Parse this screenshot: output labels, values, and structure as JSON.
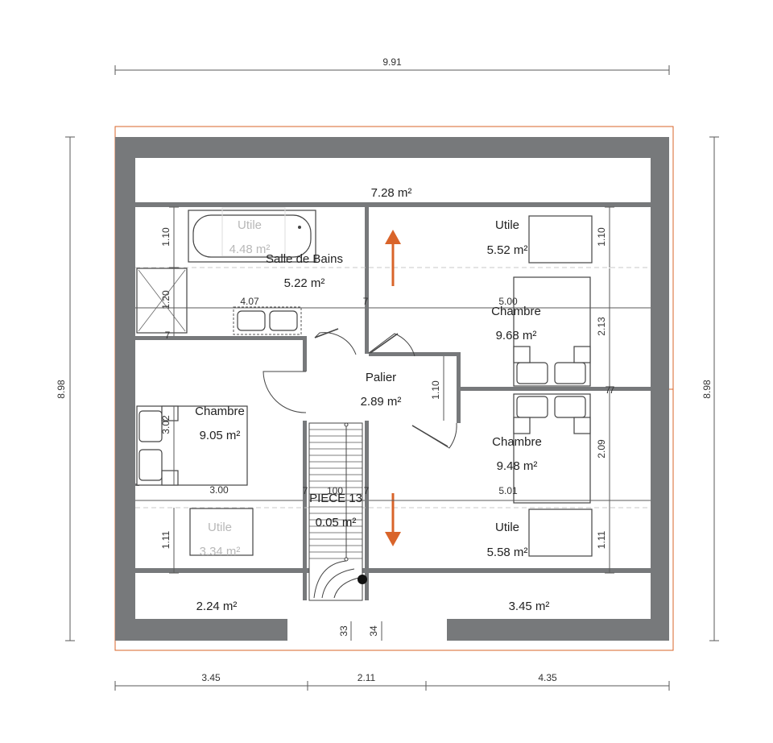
{
  "dimensions": {
    "overall_width": "9.91",
    "overall_depth_left": "8.98",
    "overall_depth_right": "8.98",
    "bottom_left": "3.45",
    "bottom_middle": "2.11",
    "bottom_right": "4.35",
    "attic_top_left": "1.10",
    "shower_height": "1.20",
    "bathroom_width": "4.07",
    "bedroom_left_depth": "3.02",
    "bedroom_left_width": "3.00",
    "attic_bottom_left": "1.11",
    "landing_depth": "1.10",
    "attic_top_right": "1.10",
    "bedroom_top_right_depth": "2.13",
    "bedroom_top_right_width": "5.00",
    "bedroom_bottom_right_depth": "2.09",
    "bedroom_bottom_right_width": "5.01",
    "attic_bottom_right": "1.11",
    "stair_width": "100",
    "wall_marker_a": "7",
    "wall_marker_b": "7",
    "wall_marker_c": "7",
    "wall_marker_d": "7",
    "wall_marker_e": "7",
    "wall_marker_f": "7",
    "step_left": "33",
    "step_right": "34"
  },
  "rooms": {
    "top_strip_area": "7.28 m²",
    "utile_tl_name": "Utile",
    "utile_tl_area": "4.48 m²",
    "bathroom_name": "Salle de Bains",
    "bathroom_area": "5.22 m²",
    "utile_tr_name": "Utile",
    "utile_tr_area": "5.52 m²",
    "chambre_tr_name": "Chambre",
    "chambre_tr_area": "9.68 m²",
    "palier_name": "Palier",
    "palier_area": "2.89 m²",
    "chambre_l_name": "Chambre",
    "chambre_l_area": "9.05 m²",
    "chambre_br_name": "Chambre",
    "chambre_br_area": "9.48 m²",
    "piece13_name": "PIECE 13",
    "piece13_area": "0.05 m²",
    "utile_bl_name": "Utile",
    "utile_bl_area": "3.34 m²",
    "utile_br_name": "Utile",
    "utile_br_area": "5.58 m²",
    "bottom_left_area": "2.24 m²",
    "bottom_right_area": "3.45 m²"
  },
  "colors": {
    "wall": "#77797b",
    "accent": "#d9642a"
  }
}
